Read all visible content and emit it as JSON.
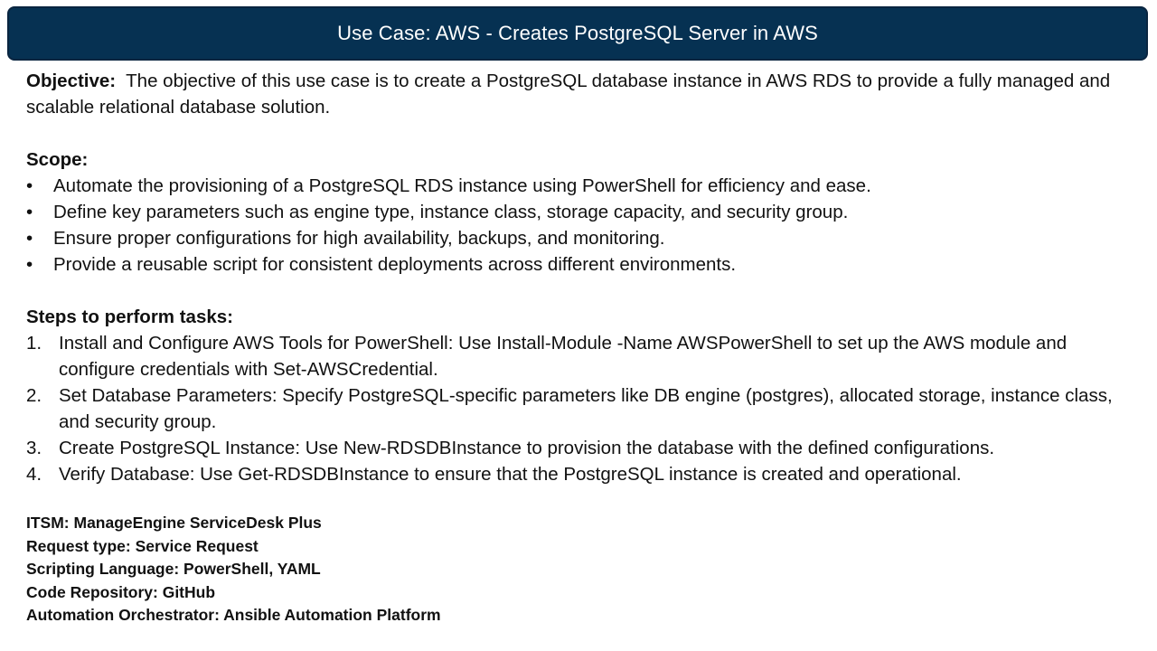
{
  "title": "Use Case: AWS - Creates PostgreSQL Server in AWS",
  "objective": {
    "label": "Objective:",
    "text": "The objective of this use case is to create a PostgreSQL database instance in AWS RDS to provide a fully managed and scalable relational database solution."
  },
  "scope": {
    "heading": "Scope:",
    "bullet": "•",
    "items": [
      "Automate the provisioning of a PostgreSQL RDS instance using PowerShell for efficiency and ease.",
      "Define key parameters such as engine type, instance class, storage capacity, and security group.",
      "Ensure proper configurations for high availability, backups, and monitoring.",
      "Provide a reusable script for consistent deployments across different environments."
    ]
  },
  "steps": {
    "heading": "Steps to perform tasks:",
    "items": [
      {
        "num": "1.",
        "text": "Install and Configure AWS Tools for PowerShell: Use Install-Module -Name AWSPowerShell to set up the AWS module and configure credentials with Set-AWSCredential."
      },
      {
        "num": "2.",
        "text": "Set Database Parameters: Specify PostgreSQL-specific parameters like DB engine (postgres), allocated storage, instance class, and security group."
      },
      {
        "num": "3.",
        "text": "Create PostgreSQL Instance: Use New-RDSDBInstance to provision the database with the defined configurations."
      },
      {
        "num": "4.",
        "text": "Verify Database: Use Get-RDSDBInstance to ensure that the PostgreSQL instance is created and operational."
      }
    ]
  },
  "meta": [
    "ITSM: ManageEngine ServiceDesk Plus",
    "Request type: Service Request",
    "Scripting Language: PowerShell, YAML",
    "Code Repository: GitHub",
    "Automation Orchestrator: Ansible Automation Platform"
  ],
  "colors": {
    "title_bar": "#063152",
    "title_text": "#ffffff",
    "body_text": "#111111"
  }
}
